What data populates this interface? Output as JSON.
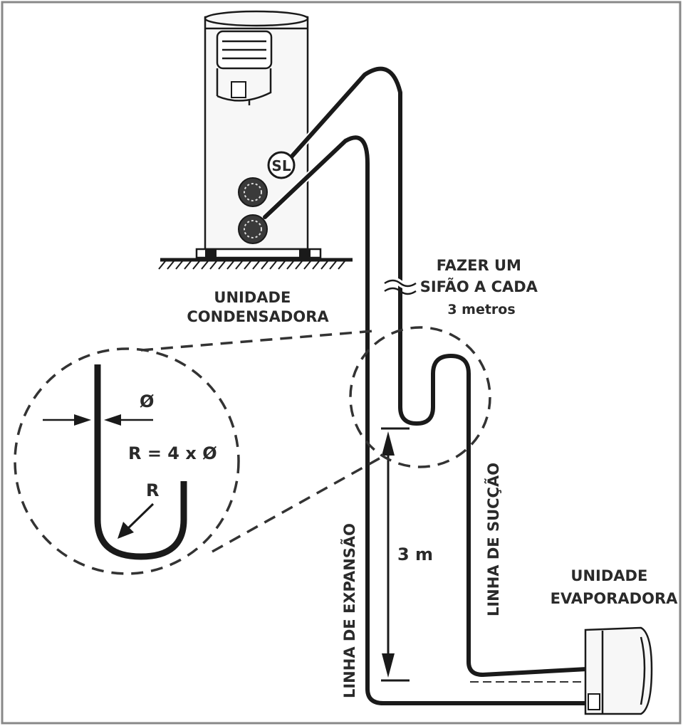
{
  "labels": {
    "condensing_unit": [
      "UNIDADE",
      "CONDENSADORA"
    ],
    "evaporator_unit": [
      "UNIDADE",
      "EVAPORADORA"
    ],
    "trap_note": [
      "FAZER UM",
      "SIFÃO A CADA",
      "3 metros"
    ],
    "suction_line": "LINHA DE SUCÇÃO",
    "expansion_line": "LINHA DE EXPANSÃO",
    "height": "3 m",
    "sight_glass": "SL",
    "diameter_symbol": "Ø",
    "radius_formula": "R = 4 x Ø",
    "radius_label": "R"
  },
  "icons": {
    "condenser": "condensing-unit-icon",
    "evaporator": "evaporator-unit-icon",
    "valves": "service-valve-icon"
  },
  "colors": {
    "line": "#1a1a1a",
    "text": "#2a2a2a",
    "frame": "#888888"
  }
}
